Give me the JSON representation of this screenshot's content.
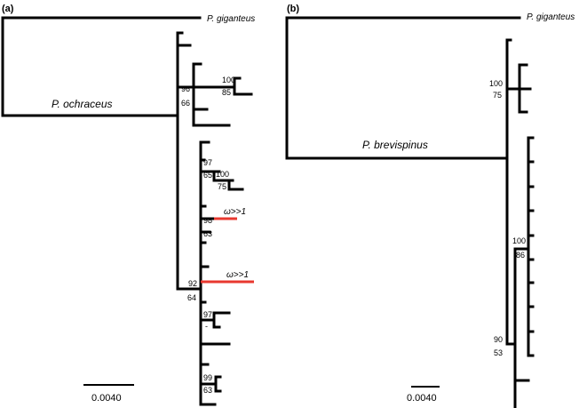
{
  "panels": [
    {
      "label": "(a)",
      "taxa": {
        "outgroup": "P. giganteus",
        "clade": "P. ochraceus"
      },
      "support": [
        "100",
        "85",
        "96",
        "66",
        "97",
        "65",
        "100",
        "75",
        "98",
        "63",
        "92",
        "64",
        "97",
        "-",
        "99",
        "63"
      ],
      "omega_labels": [
        "ω>>1",
        "ω>>1"
      ],
      "scale_bar": "0.0040"
    },
    {
      "label": "(b)",
      "taxa": {
        "outgroup": "P. giganteus",
        "clade": "P. brevispinus"
      },
      "support": [
        "100",
        "75",
        "100",
        "86",
        "90",
        "53"
      ],
      "scale_bar": "0.0040"
    }
  ],
  "colors": {
    "branch": "#000000",
    "selection_branch": "#e8382f"
  }
}
